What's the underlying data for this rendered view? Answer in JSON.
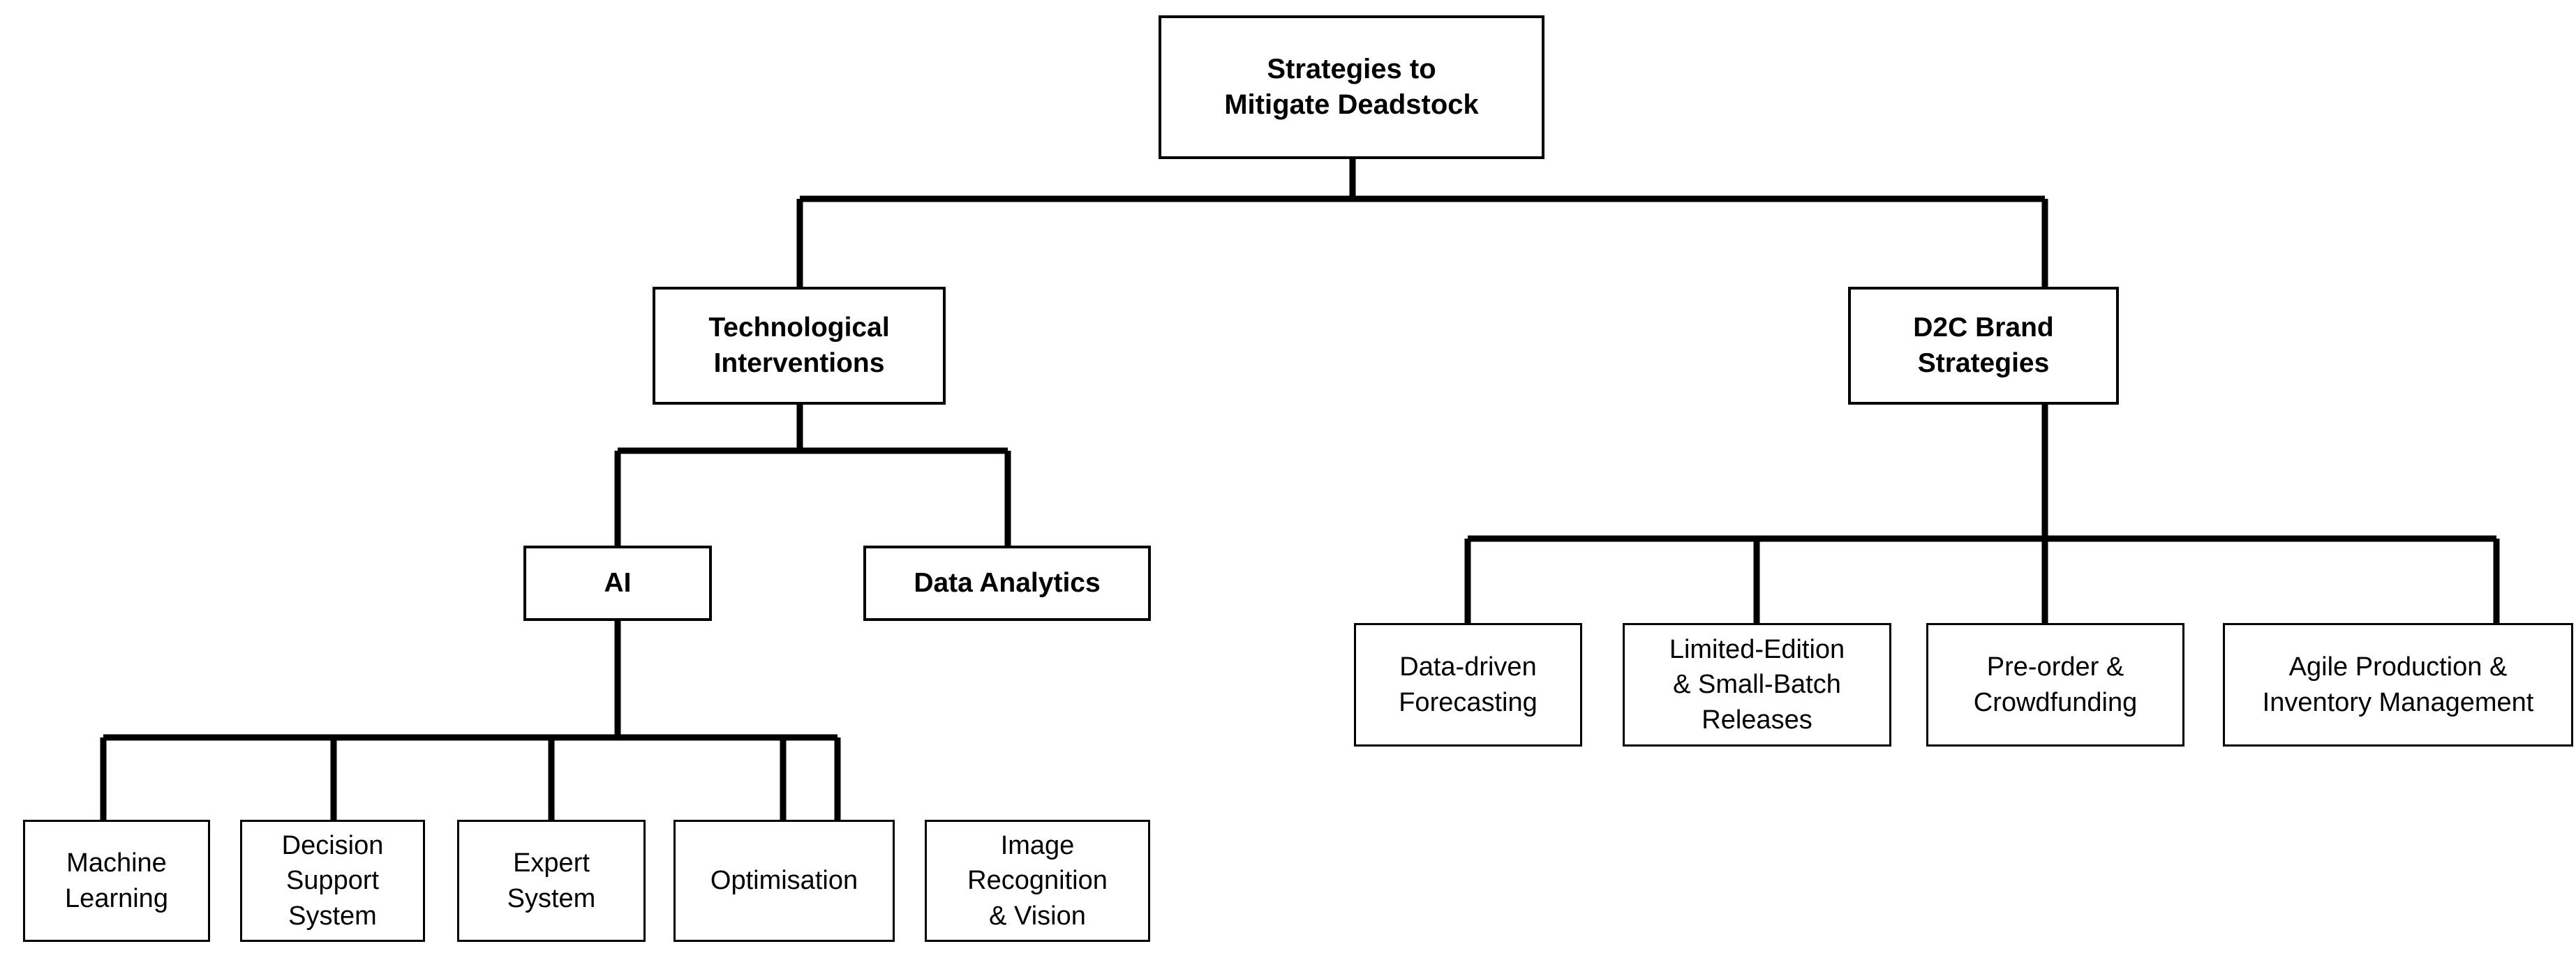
{
  "diagram": {
    "title": "Strategies to Mitigate Deadstock",
    "type": "hierarchy-tree",
    "orientation": "top-down",
    "colors": {
      "background": "#ffffff",
      "node_fill": "#ffffff",
      "node_border": "#000000",
      "connector": "#000000",
      "text": "#000000"
    },
    "nodes": {
      "root": {
        "id": "root",
        "label": "Strategies to\nMitigate Deadstock",
        "level": 0
      },
      "tech": {
        "id": "technological-interventions",
        "label": "Technological\nInterventions",
        "level": 1
      },
      "d2c": {
        "id": "d2c-brand-strategies",
        "label": "D2C Brand\nStrategies",
        "level": 1
      },
      "ai": {
        "id": "ai",
        "label": "AI",
        "level": 2
      },
      "analytics": {
        "id": "data-analytics",
        "label": "Data Analytics",
        "level": 2
      },
      "ml": {
        "id": "machine-learning",
        "label": "Machine\nLearning",
        "level": 3
      },
      "dss": {
        "id": "decision-support-system",
        "label": "Decision\nSupport\nSystem",
        "level": 3
      },
      "expert": {
        "id": "expert-system",
        "label": "Expert\nSystem",
        "level": 3
      },
      "optimisation": {
        "id": "optimisation",
        "label": "Optimisation",
        "level": 3
      },
      "vision": {
        "id": "image-recognition-vision",
        "label": "Image\nRecognition\n& Vision",
        "level": 3
      },
      "forecasting": {
        "id": "data-driven-forecasting",
        "label": "Data-driven\nForecasting",
        "level": 2
      },
      "limited": {
        "id": "limited-edition-small-batch-releases",
        "label": "Limited-Edition\n& Small-Batch\nReleases",
        "level": 2
      },
      "preorder": {
        "id": "pre-order-crowdfunding",
        "label": "Pre-order &\nCrowdfunding",
        "level": 2
      },
      "agile": {
        "id": "agile-production-inventory-management",
        "label": "Agile Production &\nInventory Management",
        "level": 2
      }
    },
    "edges": [
      {
        "from": "root",
        "to": "tech"
      },
      {
        "from": "root",
        "to": "d2c"
      },
      {
        "from": "tech",
        "to": "ai"
      },
      {
        "from": "tech",
        "to": "analytics"
      },
      {
        "from": "ai",
        "to": "ml"
      },
      {
        "from": "ai",
        "to": "dss"
      },
      {
        "from": "ai",
        "to": "expert"
      },
      {
        "from": "ai",
        "to": "optimisation"
      },
      {
        "from": "ai",
        "to": "vision"
      },
      {
        "from": "d2c",
        "to": "forecasting"
      },
      {
        "from": "d2c",
        "to": "limited"
      },
      {
        "from": "d2c",
        "to": "preorder"
      },
      {
        "from": "d2c",
        "to": "agile"
      }
    ]
  }
}
